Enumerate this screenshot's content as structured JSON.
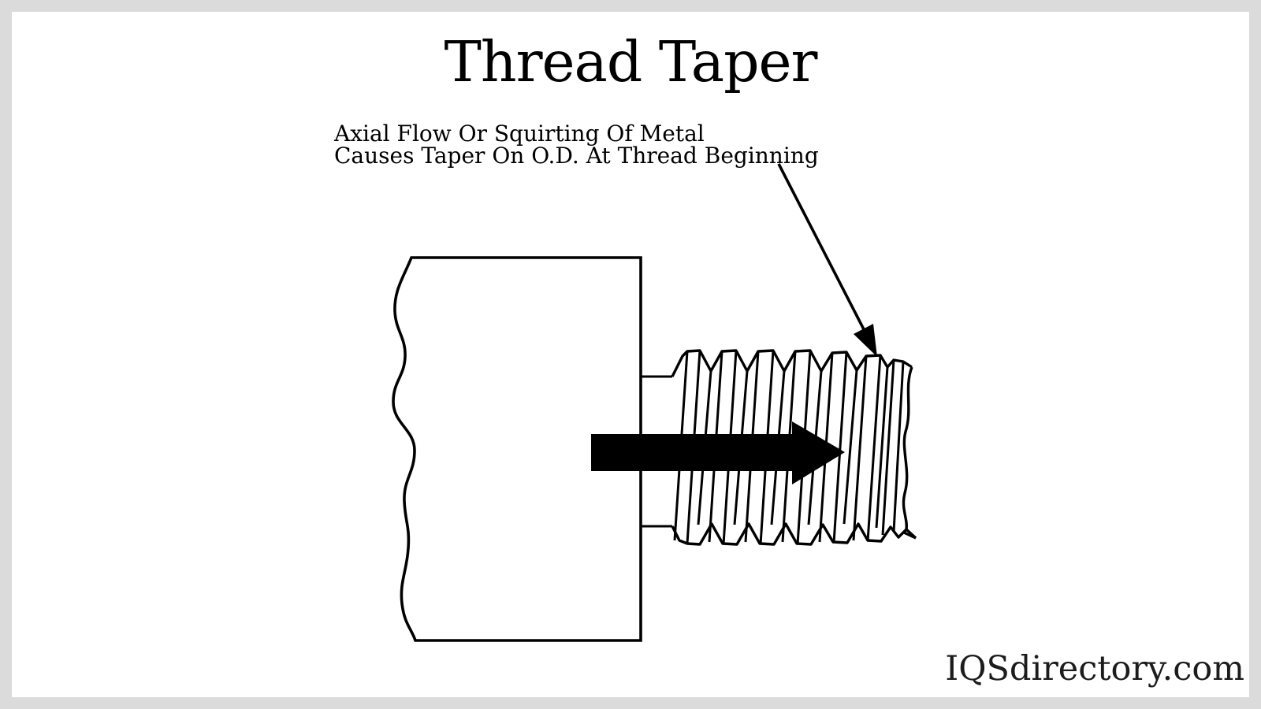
{
  "title": "Thread Taper",
  "annotation": {
    "line1": "Axial Flow Or Squirting Of Metal",
    "line2": "Causes Taper On O.D. At Thread Beginning"
  },
  "watermark": "IQSdirectory.com",
  "colors": {
    "frame_background": "#dbdbdb",
    "canvas_background": "#ffffff",
    "ink": "#000000",
    "watermark_ink": "#1c1c1c"
  },
  "diagram": {
    "type": "technical-line-drawing",
    "parts": [
      "workpiece-block",
      "unthreaded-shank",
      "threaded-section",
      "axial-flow-arrow",
      "annotation-leader-arrow"
    ]
  }
}
